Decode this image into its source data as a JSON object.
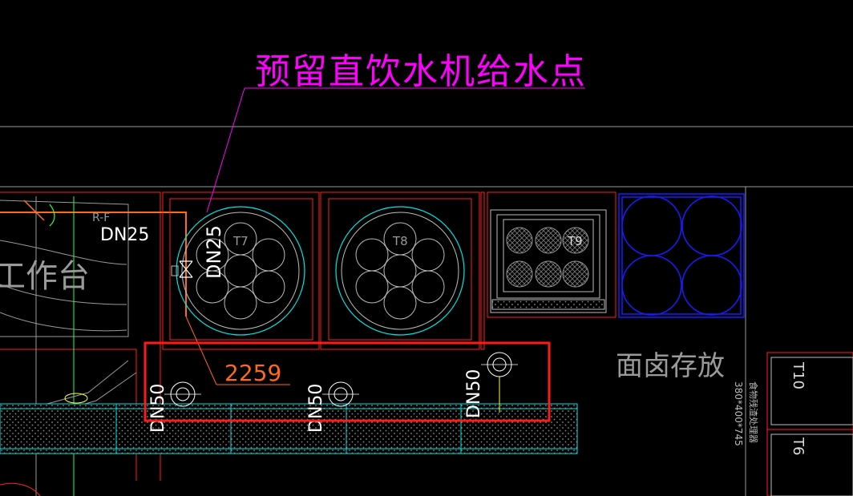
{
  "annotation": {
    "callout": "预留直饮水机给水点",
    "color": "#ff00ff"
  },
  "labels": {
    "workbench": "工作台",
    "partial_code": "R-F",
    "noodle_storage": "面卤存放",
    "dimension_2259": "2259",
    "dn25_left": "DN25",
    "dn25_vertical": "DN25",
    "dn50_a": "DN50",
    "dn50_b": "DN50",
    "dn50_c": "DN50",
    "tag_t7": "T7",
    "tag_t8": "T8",
    "tag_t9": "T9",
    "tag_t10": "T10",
    "tag_t6": "T6",
    "equipment_size": "380*400*745",
    "equipment_name": "食物残渣处理器"
  },
  "colors": {
    "background": "#000000",
    "red": "#ff2020",
    "highlight_red": "#ff1a1a",
    "cyan": "#00e5e5",
    "white": "#ffffff",
    "grey": "#9a9a9a",
    "blue": "#1a1aff",
    "orange": "#ff6a1a",
    "green": "#33ff33",
    "yellow": "#ffff33",
    "magenta": "#ff00ff"
  }
}
